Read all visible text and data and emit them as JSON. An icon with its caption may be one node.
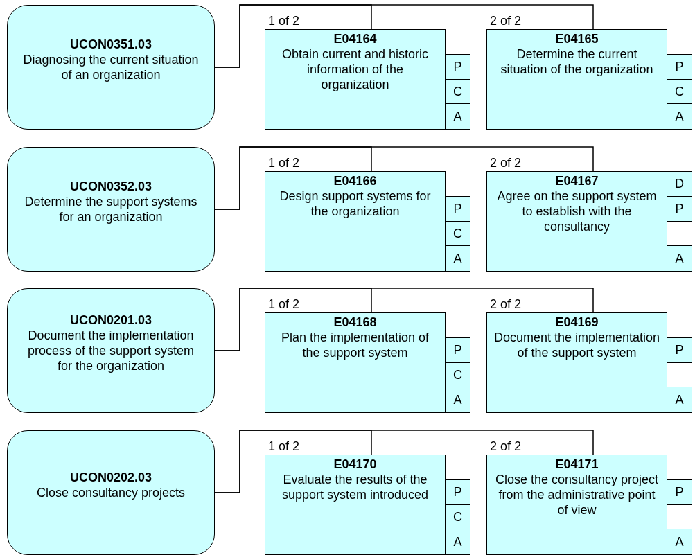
{
  "diagram": {
    "nodes": [
      {
        "text": [
          "UCON0351.03",
          "Diagnosing the current situation of an organization"
        ]
      },
      {
        "text": [
          "E04164",
          "Obtain current and historic information of the organization"
        ],
        "beside": [
          "1 of 2"
        ]
      },
      {
        "text": [
          "P"
        ]
      },
      {
        "text": [
          "C"
        ]
      },
      {
        "text": [
          "A"
        ]
      },
      {
        "text": [
          "E04165",
          "Determine the current situation of the organization"
        ],
        "beside": [
          "2 of 2"
        ]
      },
      {
        "text": [
          "P"
        ]
      },
      {
        "text": [
          "C"
        ]
      },
      {
        "text": [
          "A"
        ]
      },
      {
        "text": [
          "UCON0352.03",
          "Determine the support systems for an organization"
        ]
      },
      {
        "text": [
          "E04166",
          "Design support systems for the organization"
        ],
        "beside": [
          "1 of 2"
        ]
      },
      {
        "text": [
          "P"
        ]
      },
      {
        "text": [
          "C"
        ]
      },
      {
        "text": [
          "A"
        ]
      },
      {
        "text": [
          "E04167",
          "Agree on the support system to establish with the consultancy"
        ],
        "beside": [
          "2 of 2"
        ]
      },
      {
        "text": [
          "D"
        ]
      },
      {
        "text": [
          "P"
        ]
      },
      {
        "text": [
          "A"
        ]
      },
      {
        "text": [
          "UCON0201.03",
          "Document the implementation process of the support system for the organization"
        ]
      },
      {
        "text": [
          "E04168",
          "Plan the implementation of the support system"
        ],
        "beside": [
          "1 of 2"
        ]
      },
      {
        "text": [
          "P"
        ]
      },
      {
        "text": [
          "C"
        ]
      },
      {
        "text": [
          "A"
        ]
      },
      {
        "text": [
          "E04169",
          "Document the implementation of the support system"
        ],
        "beside": [
          "2 of 2"
        ]
      },
      {
        "text": [
          "P"
        ]
      },
      {
        "text": [
          "A"
        ]
      },
      {
        "text": [
          "UCON0202.03",
          "Close consultancy projects"
        ]
      },
      {
        "text": [
          "E04170",
          "Evaluate the results of the support system introduced"
        ],
        "beside": [
          "1 of 2"
        ]
      },
      {
        "text": [
          "P"
        ]
      },
      {
        "text": [
          "C"
        ]
      },
      {
        "text": [
          "A"
        ]
      },
      {
        "text": [
          "E04171",
          "Close the consultancy project from the administrative point of view"
        ],
        "beside": [
          "2 of 2"
        ]
      },
      {
        "text": [
          "P"
        ]
      },
      {
        "text": [
          "A"
        ]
      }
    ],
    "edges": [
      {
        "from": 0,
        "to": 1,
        "arrow": "none"
      },
      {
        "from": 0,
        "to": 5,
        "arrow": "none"
      },
      {
        "from": 9,
        "to": 10,
        "arrow": "none"
      },
      {
        "from": 9,
        "to": 14,
        "arrow": "none"
      },
      {
        "from": 18,
        "to": 19,
        "arrow": "none"
      },
      {
        "from": 18,
        "to": 23,
        "arrow": "none"
      },
      {
        "from": 26,
        "to": 27,
        "arrow": "none"
      },
      {
        "from": 26,
        "to": 31,
        "arrow": "none"
      }
    ]
  }
}
